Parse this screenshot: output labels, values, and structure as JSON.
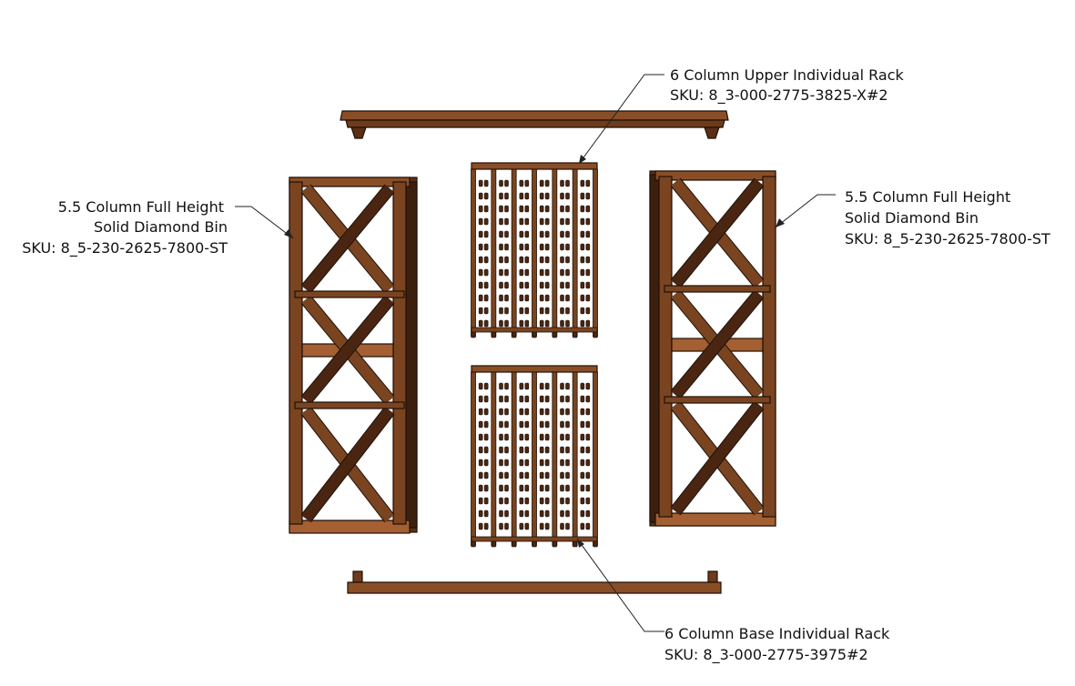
{
  "colors": {
    "wood": "#7a4421",
    "wood_light": "#a45f32",
    "wood_dark": "#4a2612",
    "outline": "#1e1208",
    "bg": "#ffffff"
  },
  "labels": {
    "upper_rack": {
      "line1": "6 Column Upper Individual Rack",
      "line2": "SKU: 8_3-000-2775-3825-X#2"
    },
    "base_rack": {
      "line1": "6 Column Base Individual Rack",
      "line2": "SKU: 8_3-000-2775-3975#2"
    },
    "left_bin": {
      "line1": "5.5 Column Full Height",
      "line2": "Solid Diamond Bin",
      "line3": "SKU: 8_5-230-2625-7800-ST"
    },
    "right_bin": {
      "line1": "5.5 Column Full Height",
      "line2": "Solid Diamond Bin",
      "line3": "SKU: 8_5-230-2625-7800-ST"
    }
  }
}
